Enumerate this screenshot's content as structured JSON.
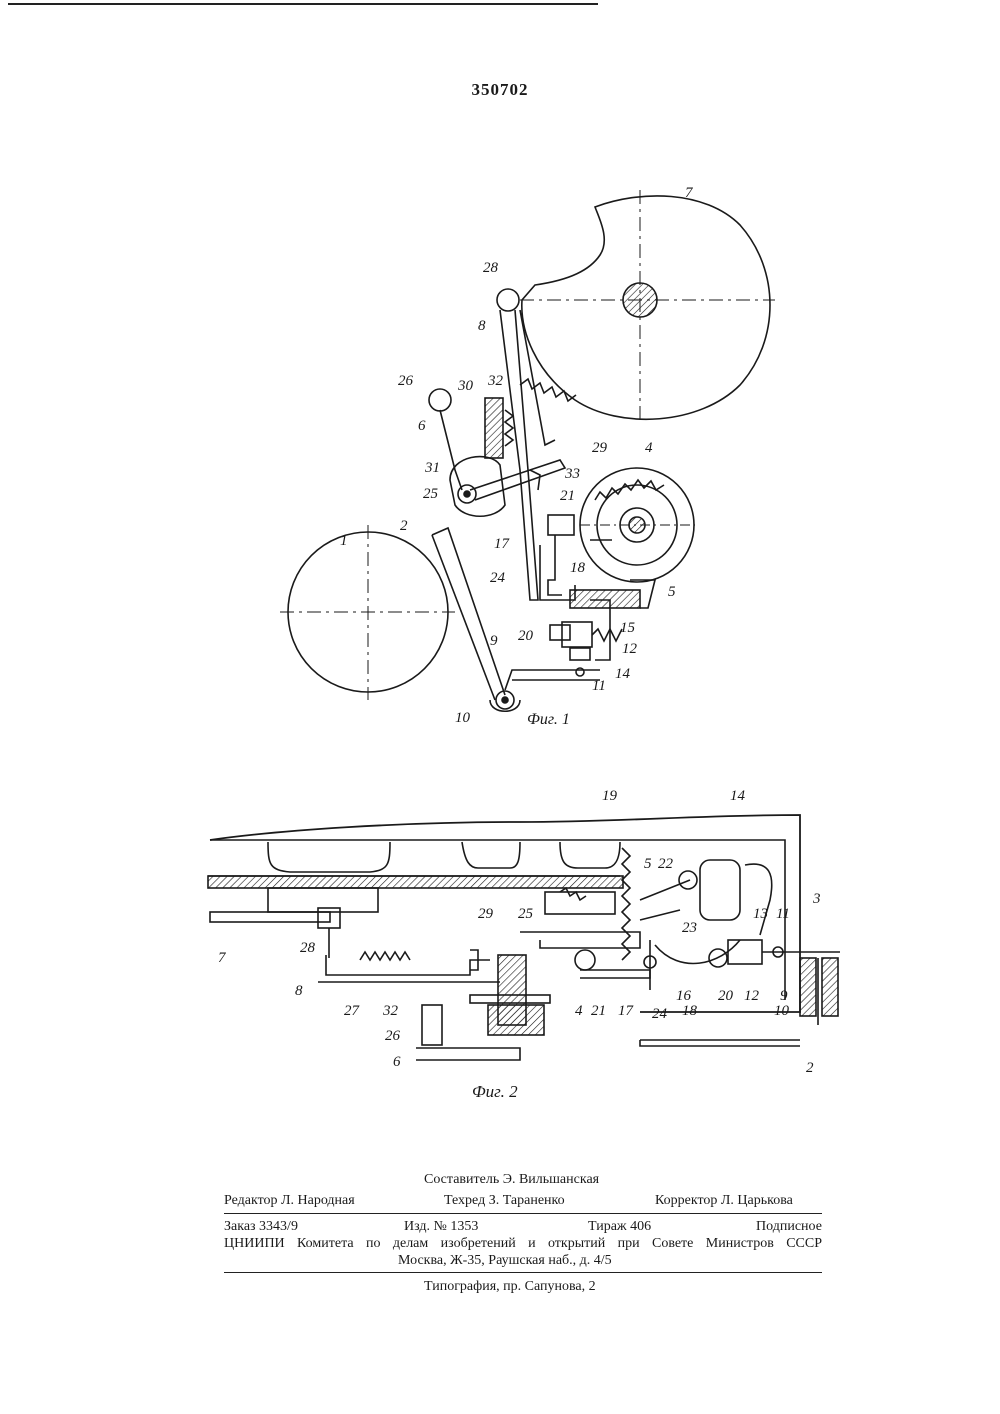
{
  "patent_number": "350702",
  "figure1": {
    "caption": "Фиг. 1",
    "labels": [
      "7",
      "28",
      "8",
      "32",
      "26",
      "30",
      "6",
      "29",
      "4",
      "33",
      "31",
      "25",
      "21",
      "1",
      "2",
      "17",
      "18",
      "24",
      "5",
      "20",
      "15",
      "12",
      "9",
      "14",
      "11",
      "10"
    ]
  },
  "figure2": {
    "caption": "Фиг. 2",
    "labels": [
      "19",
      "14",
      "5",
      "22",
      "3",
      "13",
      "11",
      "29",
      "25",
      "23",
      "7",
      "28",
      "8",
      "27",
      "32",
      "4",
      "21",
      "17",
      "16",
      "20",
      "12",
      "9",
      "10",
      "18",
      "24",
      "26",
      "6",
      "2"
    ]
  },
  "footer": {
    "compiler": "Составитель Э. Вильшанская",
    "editor": "Редактор Л. Народная",
    "techred": "Техред З. Тараненко",
    "corrector": "Корректор Л. Царькова",
    "order": "Заказ 3343/9",
    "izd": "Изд. № 1353",
    "tirazh": "Тираж 406",
    "podpisnoe": "Подписное",
    "org": "ЦНИИПИ Комитета по делам изобретений и открытий при Совете Министров СССР",
    "address": "Москва, Ж-35, Раушская наб., д. 4/5",
    "typography": "Типография, пр. Сапунова, 2"
  }
}
